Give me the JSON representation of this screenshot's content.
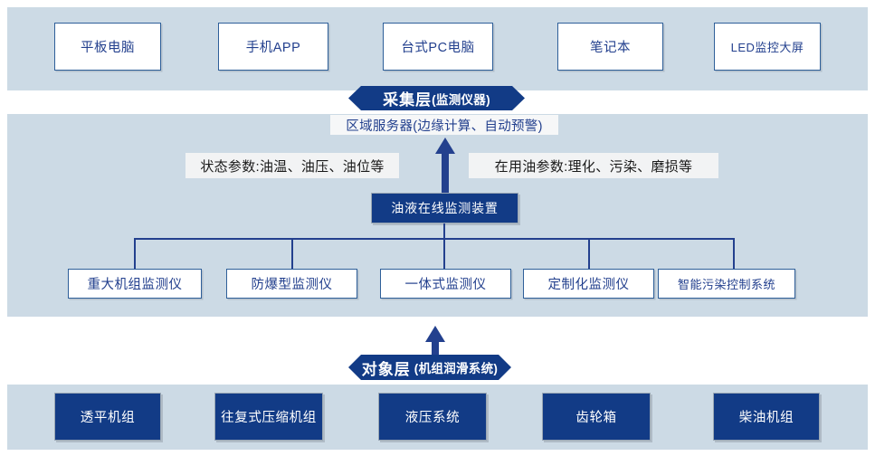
{
  "colors": {
    "band": "#ccdae5",
    "deep_blue": "#123b86",
    "outline_blue": "#2e5f99",
    "text_blue": "#23408e",
    "plate": "#f2f3f4",
    "white": "#ffffff"
  },
  "layers": {
    "presentation": {
      "name": "presentation-layer",
      "terminals": [
        {
          "label": "平板电脑"
        },
        {
          "label": "手机APP"
        },
        {
          "label": "台式PC电脑"
        },
        {
          "label": "笔记本"
        },
        {
          "label": "LED监控大屏"
        }
      ]
    },
    "collection": {
      "banner_title": "采集层",
      "banner_subtitle": "(监测仪器)",
      "server_label": "区域服务器(边缘计算、自动预警)",
      "param_left": "状态参数:油温、油压、油位等",
      "param_right": "在用油参数:理化、污染、磨损等",
      "device_label": "油液在线监测装置",
      "instruments": [
        {
          "label": "重大机组监测仪"
        },
        {
          "label": "防爆型监测仪"
        },
        {
          "label": "一体式监测仪"
        },
        {
          "label": "定制化监测仪"
        },
        {
          "label": "智能污染控制系统"
        }
      ]
    },
    "object": {
      "banner_title": "对象层",
      "banner_subtitle": "(机组润滑系统)",
      "objects": [
        {
          "label": "透平机组"
        },
        {
          "label": "往复式压缩机组"
        },
        {
          "label": "液压系统"
        },
        {
          "label": "齿轮箱"
        },
        {
          "label": "柴油机组"
        }
      ]
    }
  }
}
